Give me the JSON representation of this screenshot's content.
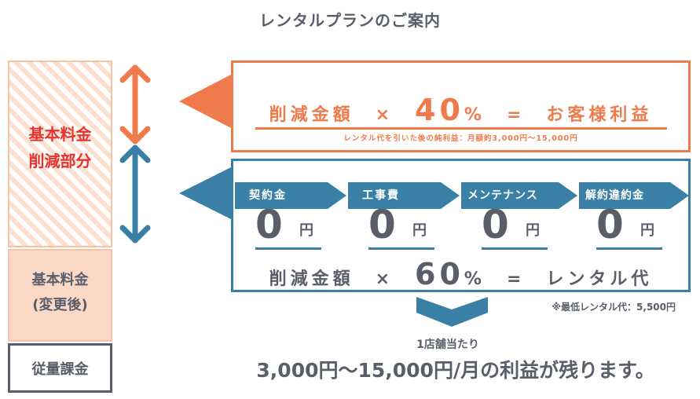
{
  "title": "レンタルプランのご案内",
  "left_column": {
    "reduction_label_line1": "基本料金",
    "reduction_label_line2": "削減部分",
    "base_label_line1": "基本料金",
    "base_label_line2": "(変更後)",
    "usage_label": "従量課金"
  },
  "customer_benefit": {
    "prefix": "削減金額　×　",
    "percent": "40",
    "suffix": "%　=　お客様利益",
    "note": "レンタル代を引いた後の純利益：月額約3,000円〜15,000円"
  },
  "rental": {
    "steps": [
      {
        "label": "契約金",
        "value": "0",
        "unit": "円"
      },
      {
        "label": "工事費",
        "value": "0",
        "unit": "円"
      },
      {
        "label": "メンテナンス",
        "value": "0",
        "unit": "円"
      },
      {
        "label": "解約違約金",
        "value": "0",
        "unit": "円"
      }
    ],
    "prefix": "削減金額　×　",
    "percent": "60",
    "suffix": "%　=　レンタル代"
  },
  "minimum_note": "※最低レンタル代：5,500円",
  "per_store": "1店舗当たり",
  "result": "3,000円〜15,000円/月の利益が残ります。",
  "colors": {
    "orange": "#ef7b4c",
    "blue": "#3a7fa6",
    "gray": "#5a5e6a",
    "red": "#e8322e"
  }
}
